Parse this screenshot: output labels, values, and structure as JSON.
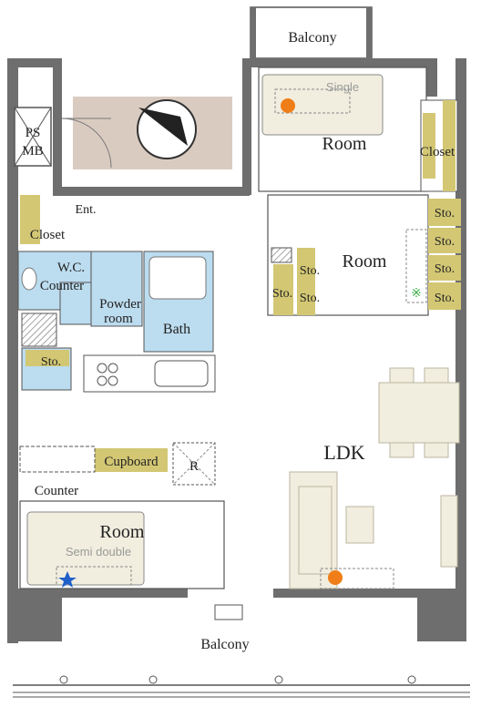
{
  "labels": {
    "balcony_top": "Balcony",
    "balcony_bottom": "Balcony",
    "ps_mb_line1": "PS",
    "ps_mb_line2": "MB",
    "room_ne": "Room",
    "single": "Single",
    "closet_ne": "Closet",
    "room_center": "Room",
    "sto_1": "Sto.",
    "sto_2": "Sto.",
    "sto_3": "Sto.",
    "sto_4": "Sto.",
    "sto_5": "Sto.",
    "sto_6": "Sto.",
    "sto_7": "Sto.",
    "closet_nw": "Closet",
    "entrance": "Ent.",
    "wc": "W.C.",
    "counter_wc": "Counter",
    "powder_room_line1": "Powder",
    "powder_room_line2": "room",
    "bath": "Bath",
    "sto_laundry": "Sto.",
    "ldk": "LDK",
    "cupboard": "Cupboard",
    "refrigerator": "R",
    "counter_kitchen": "Counter",
    "room_sw": "Room",
    "semi_double": "Semi double"
  },
  "legend": {
    "orange_marker": "#f07e18",
    "blue_marker": "#1f5fc9",
    "green_marker": "#3fae4a"
  },
  "colors": {
    "wall": "#6e6e6e",
    "storage": "#d3c774",
    "wet_area": "#bcdcef",
    "furniture": "#f1eedf",
    "shadow": "#d4c2b6"
  }
}
